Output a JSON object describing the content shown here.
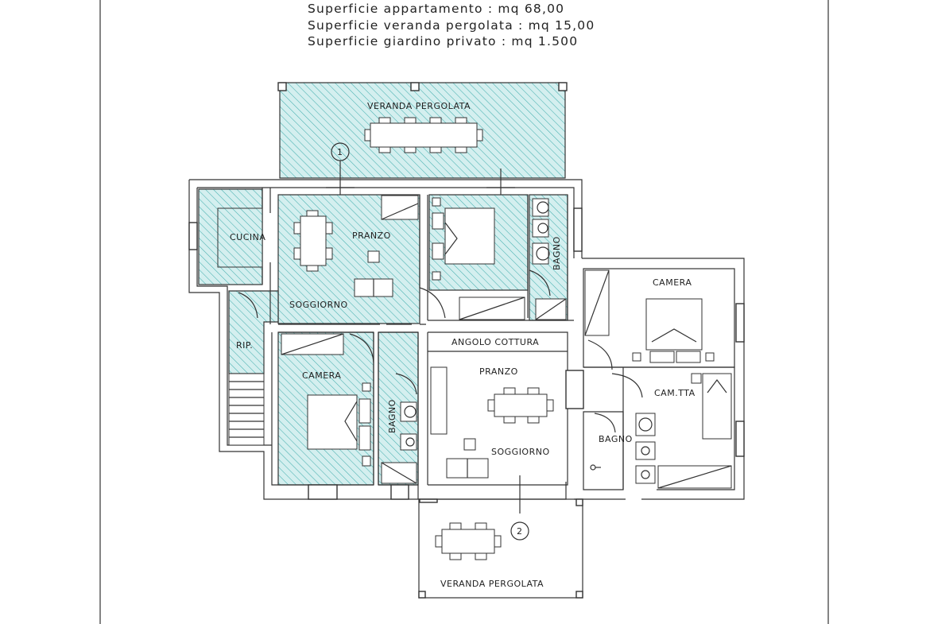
{
  "header": {
    "line1": "Superficie appartamento : mq 68,00",
    "line2": "Superficie veranda pergolata : mq 15,00",
    "line3": "Superficie giardino privato : mq 1.500"
  },
  "rooms": {
    "veranda_top": "VERANDA PERGOLATA",
    "cucina": "CUCINA",
    "pranzo_top": "PRANZO",
    "soggiorno_top": "SOGGIORNO",
    "bagno_top_right": "BAGNO",
    "rip": "RIP.",
    "camera_left": "CAMERA",
    "bagno_left": "BAGNO",
    "angolo_cottura": "ANGOLO COTTURA",
    "pranzo_bottom": "PRANZO",
    "soggiorno_bottom": "SOGGIORNO",
    "camera_right": "CAMERA",
    "camtta": "CAM.TTA",
    "bagno_right": "BAGNO",
    "veranda_bottom": "VERANDA PERGOLATA"
  },
  "markers": {
    "unit1": "1",
    "unit2": "2"
  },
  "colors": {
    "hatch_fill": "#d4efef",
    "hatch_line": "#46b0b0",
    "line": "#333333"
  }
}
